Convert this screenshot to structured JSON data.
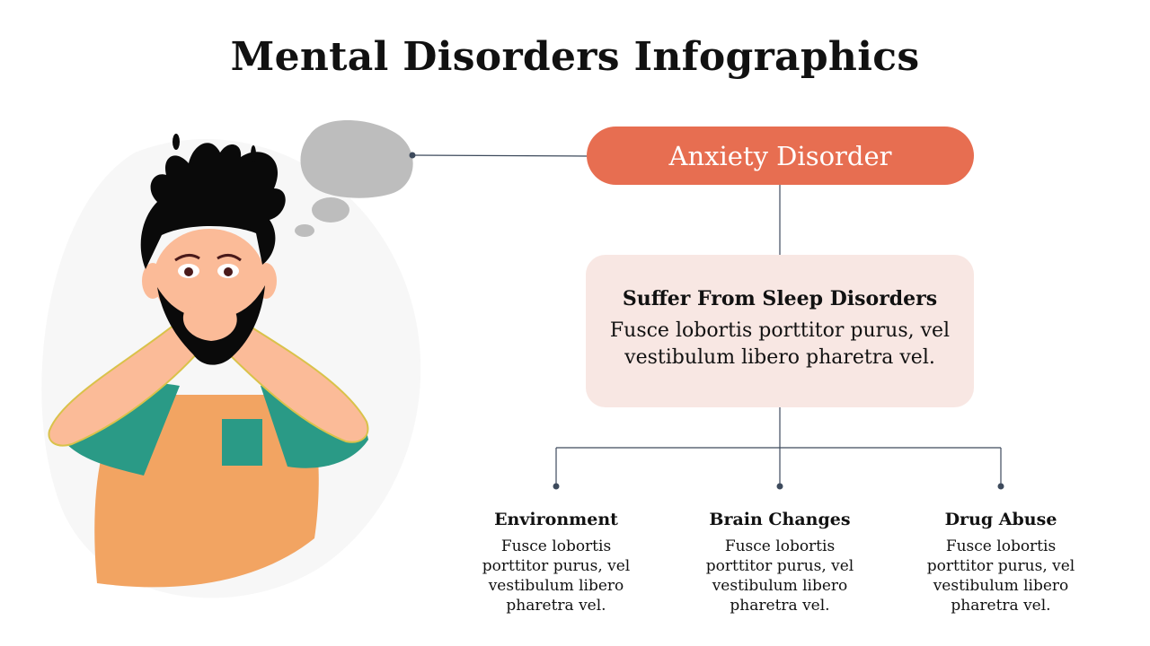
{
  "title": "Mental Disorders Infographics",
  "main_topic": "Anxiety Disorder",
  "card": {
    "heading": "Suffer From Sleep Disorders",
    "body": "Fusce lobortis porttitor purus, vel vestibulum libero pharetra vel."
  },
  "nodes": [
    {
      "title": "Environment",
      "body": "Fusce lobortis porttitor purus, vel vestibulum libero pharetra vel."
    },
    {
      "title": "Brain Changes",
      "body": "Fusce lobortis porttitor purus, vel vestibulum libero pharetra vel."
    },
    {
      "title": "Drug Abuse",
      "body": "Fusce lobortis porttitor purus, vel vestibulum libero pharetra vel."
    }
  ],
  "colors": {
    "accent": "#e76e51",
    "card_bg": "#f8e7e3",
    "connector": "#3d4a5c",
    "shirt": "#f2a462",
    "sleeve": "#2a9a86",
    "skin": "#fbbb98",
    "hair": "#0a0a0a",
    "thought_bubble": "#bdbdbd",
    "backdrop": "#f7f7f7"
  }
}
